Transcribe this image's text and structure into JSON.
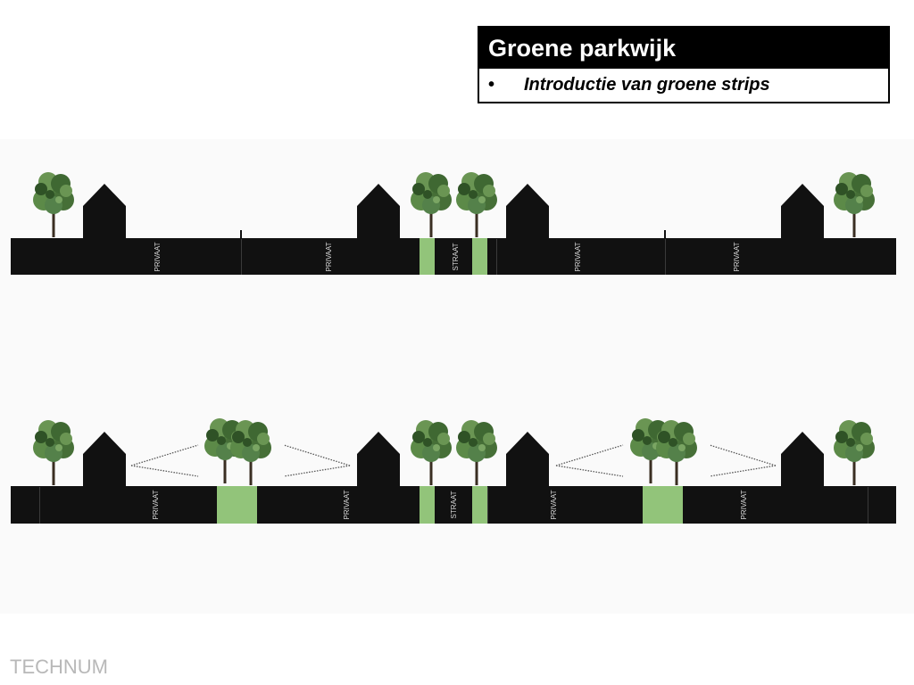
{
  "slide": {
    "title": "Groene parkwijk",
    "bullet_symbol": "•",
    "bullet_text": "Introductie van groene strips",
    "footer": "TECHNUM"
  },
  "sections": {
    "top": {
      "labels": [
        "PRIVAAT",
        "PRIVAAT",
        "STRAAT",
        "PRIVAAT",
        "PRIVAAT"
      ]
    },
    "bottom": {
      "labels": [
        "PRIVAAT",
        "PRIVAAT",
        "STRAAT",
        "PRIVAAT",
        "PRIVAAT"
      ]
    }
  },
  "colors": {
    "ground": "#111111",
    "green_strip": "#92c47a",
    "tree_foliage": "#4f7a3e",
    "tree_dark": "#2f5226",
    "label": "#d8d8d8"
  }
}
